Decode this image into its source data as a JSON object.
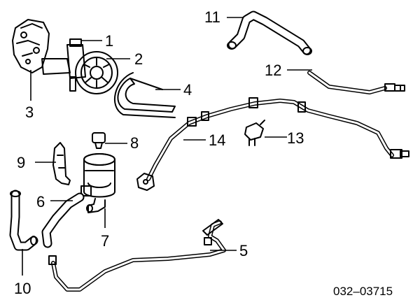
{
  "callouts": [
    "1",
    "2",
    "3",
    "4",
    "5",
    "6",
    "7",
    "8",
    "9",
    "10",
    "11",
    "12",
    "13",
    "14"
  ],
  "diagram_code": "032–03715"
}
